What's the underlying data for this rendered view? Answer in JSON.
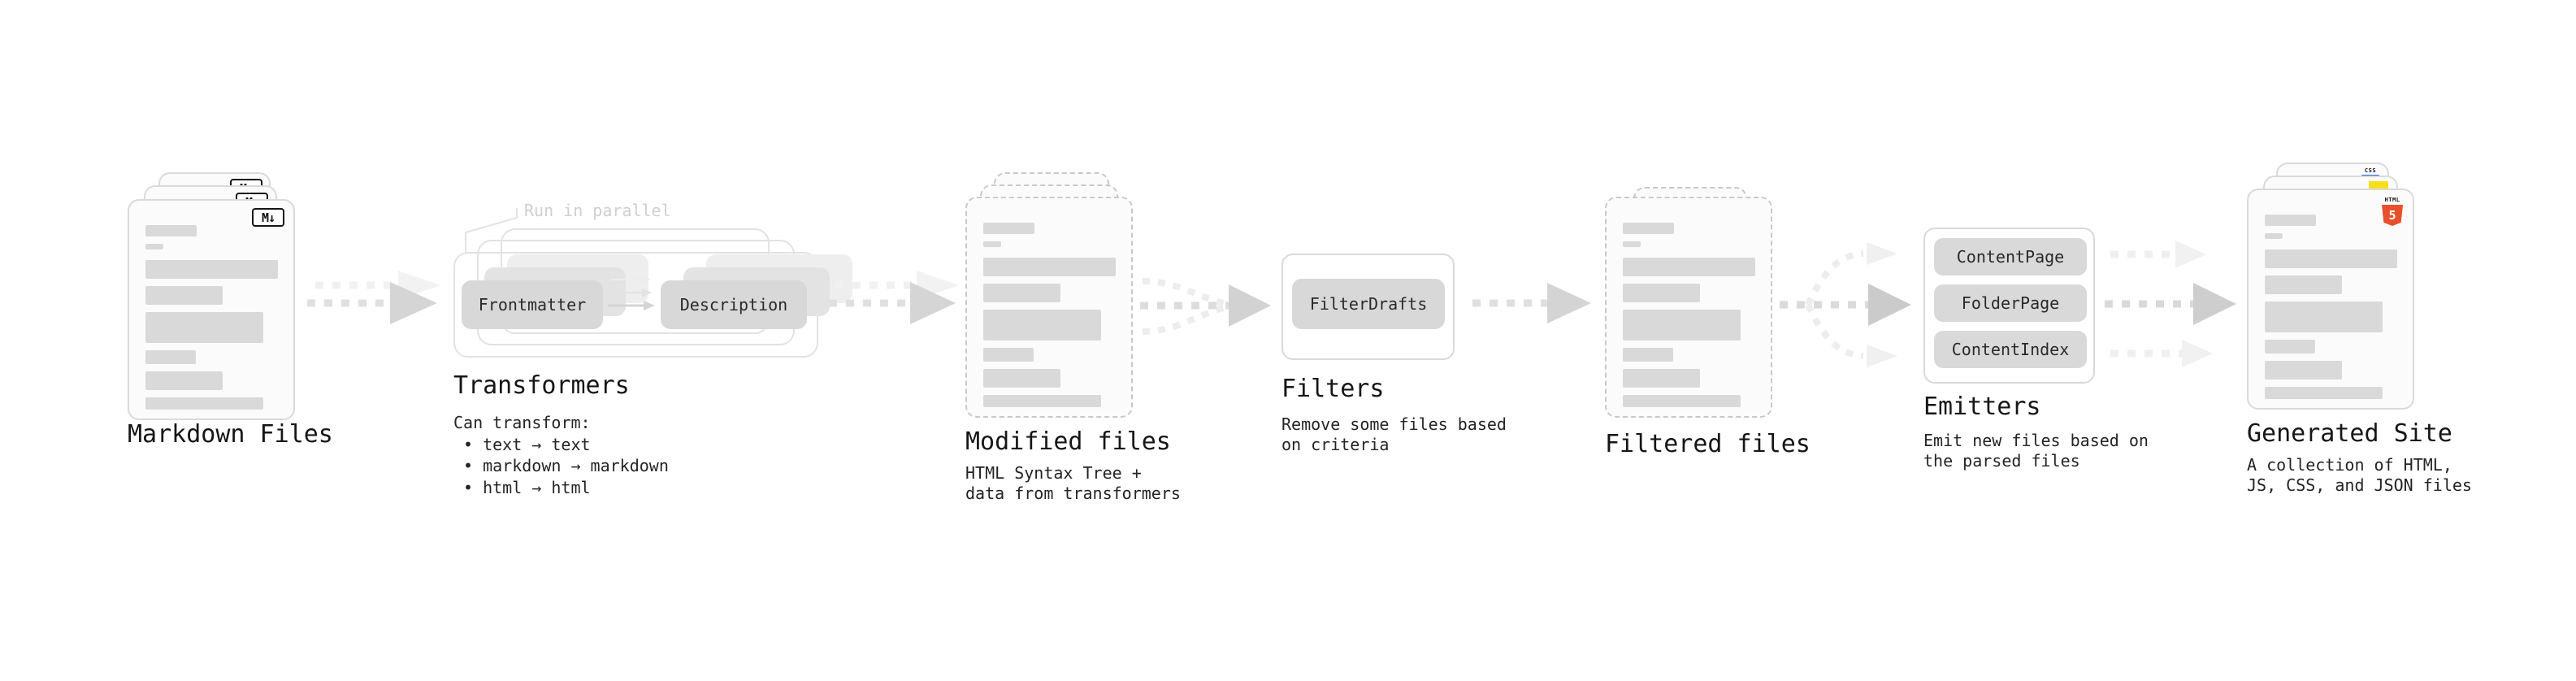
{
  "stages": {
    "markdown_files": {
      "title": "Markdown Files"
    },
    "transformers": {
      "note": "Run in parallel",
      "node_frontmatter": "Frontmatter",
      "node_description": "Description",
      "title": "Transformers",
      "desc_heading": "Can transform:",
      "bullets": [
        "• text → text",
        "• markdown → markdown",
        "• html → html"
      ]
    },
    "modified_files": {
      "title": "Modified files",
      "subtitle_line1": "HTML Syntax Tree +",
      "subtitle_line2": "data from transformers"
    },
    "filters": {
      "title": "Filters",
      "node_filterdrafts": "FilterDrafts",
      "subtitle_line1": "Remove some files based",
      "subtitle_line2": "on criteria"
    },
    "filtered_files": {
      "title": "Filtered files"
    },
    "emitters": {
      "title": "Emitters",
      "nodes": [
        "ContentPage",
        "FolderPage",
        "ContentIndex"
      ],
      "subtitle_line1": "Emit new files based on",
      "subtitle_line2": "the parsed files"
    },
    "generated_site": {
      "title": "Generated Site",
      "subtitle_line1": "A collection of HTML,",
      "subtitle_line2": "JS, CSS, and JSON files"
    }
  },
  "icons": {
    "markdown_logo": "M↓",
    "html5_word": "HTML",
    "html5_five": "5",
    "css_word": "CSS"
  },
  "colors": {
    "html5_orange": "#e8502b",
    "js_yellow": "#f7df1e",
    "css_blue": "#2560e6",
    "placeholder_gray": "#d9d9d9"
  }
}
